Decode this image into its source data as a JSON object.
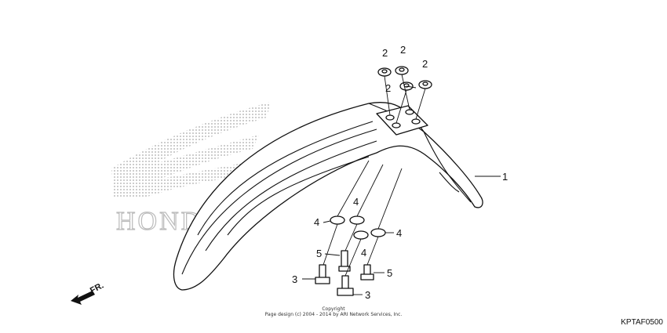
{
  "diagram": {
    "callouts": {
      "fender": "1",
      "grommet": "2",
      "bolt_flange": "3",
      "washer": "4",
      "bolt_small": "5"
    },
    "direction_label": "FR.",
    "logo_text": "HONDA",
    "copyright_line1": "Copyright",
    "copyright_line2": "Page design (c) 2004 - 2014 by ARI Network Services, Inc.",
    "code": "KPTAF0500"
  }
}
